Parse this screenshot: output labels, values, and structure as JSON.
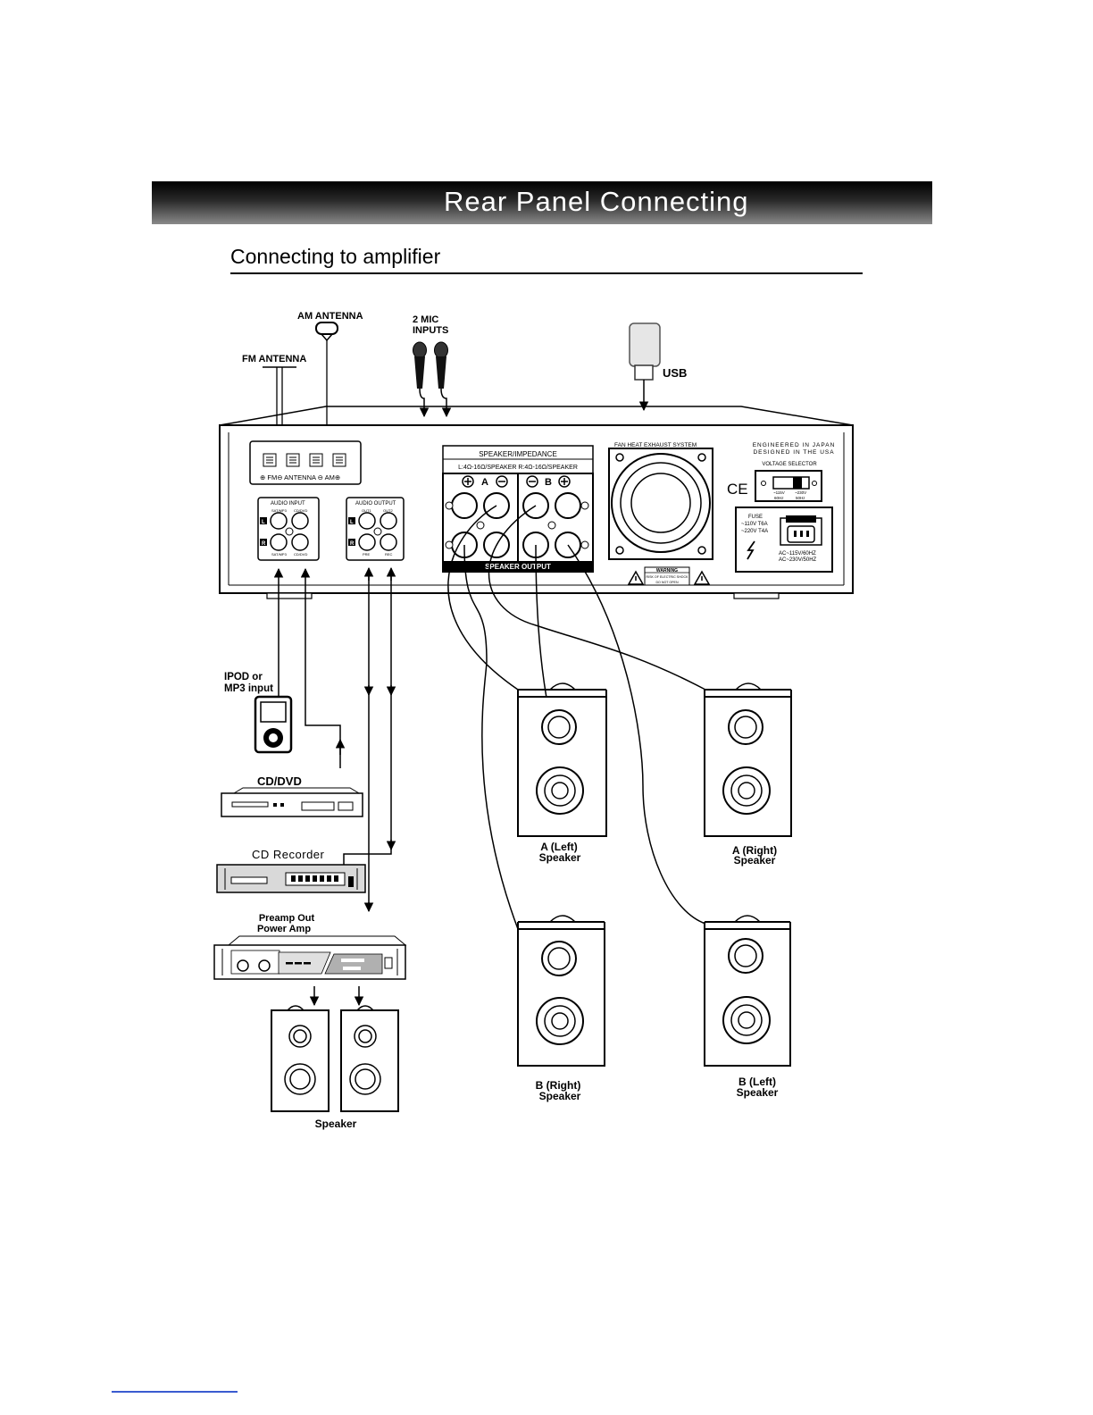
{
  "header": {
    "title": "Rear Panel Connecting"
  },
  "section": {
    "title": "Connecting to amplifier"
  },
  "labels": {
    "am_antenna": "AM ANTENNA",
    "fm_antenna": "FM ANTENNA",
    "mic_line1": "2 MIC",
    "mic_line2": "INPUTS",
    "usb": "USB",
    "ipod_line1": "IPOD or",
    "ipod_line2": "MP3 input",
    "cd_dvd": "CD/DVD",
    "cd_recorder": "CD  Recorder",
    "preamp_line1": "Preamp Out",
    "preamp_line2": "Power Amp",
    "speaker": "Speaker",
    "a_left_line1": "A (Left)",
    "a_left_line2": "Speaker",
    "a_right_line1": "A (Right)",
    "a_right_line2": "Speaker",
    "b_right_line1": "B (Right)",
    "b_right_line2": "Speaker",
    "b_left_line1": "B (Left)",
    "b_left_line2": "Speaker"
  },
  "panel": {
    "antenna_caption": "⊕ FM⊖  ANTENNA  ⊖ AM⊕",
    "audio_input": "AUDIO   INPUT",
    "audio_output": "AUDIO   OUTPUT",
    "in_top_left": "SAT/MP3",
    "in_top_right": "CD/DVD",
    "in_bottom_left": "SAT/MP3",
    "in_bottom_right": "CD/DVD",
    "out_top_left": "OUT1",
    "out_top_right": "OUT2",
    "out_bottom_left": "PRE",
    "out_bottom_right": "REC",
    "ch_l": "L",
    "ch_r": "R",
    "speaker_impedance": "SPEAKER/IMPEDANCE",
    "impedance_detail": "L:4Ω-16Ω/SPEAKER  R:4Ω-16Ω/SPEAKER",
    "group_a": "A",
    "group_b": "B",
    "speaker_output": "SPEAKER  OUTPUT",
    "fan_label": "FAN HEAT EXHAUST SYSTEM",
    "engineered": "ENGINEERED IN JAPAN",
    "designed": "DESIGNED IN THE USA",
    "voltage_selector": "VOLTAGE SELECTOR",
    "v115": "~115V",
    "v115hz": "60Hz",
    "v230": "~230V",
    "v230hz": "50Hz",
    "ce": "CE",
    "fuse": "FUSE",
    "fuse_115": "~110V  T6A",
    "fuse_220": "~220V  T4A",
    "ac_115": "AC~115V/60HZ",
    "ac_230": "AC~230V/50HZ",
    "warning": "WARNING",
    "warning_line1": "RISK OF ELECTRIC SHOCK",
    "warning_line2": "DO NOT OPEN"
  }
}
